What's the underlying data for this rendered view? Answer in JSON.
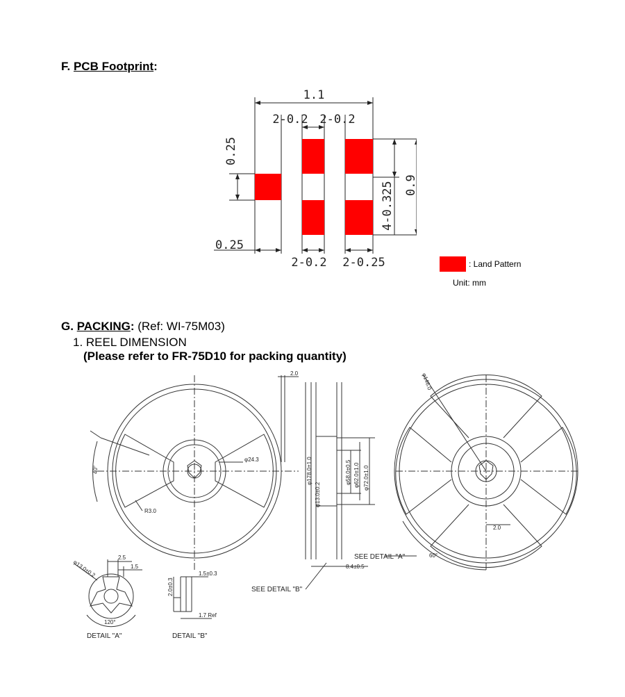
{
  "sections": {
    "f": {
      "letter": "F.",
      "title": "PCB Footprint",
      "colon": ":"
    },
    "g": {
      "letter": "G.",
      "title": "PACKING",
      "colon": ":",
      "ref": "(Ref: WI-75M03)",
      "item1": "1. REEL DIMENSION",
      "note": "(Please refer to FR-75D10 for packing quantity)"
    }
  },
  "footprint": {
    "dims": {
      "total_width": "1.1",
      "top_left": "2-0.2",
      "top_right": "2-0.2",
      "left_pad_height": "0.25",
      "left_pad_width": "0.25",
      "bottom_left": "2-0.2",
      "bottom_right": "2-0.25",
      "pitch": "4-0.325",
      "total_height": "0.9"
    },
    "legend": {
      "label": ": Land Pattern",
      "unit": "Unit: mm",
      "color": "#ff0000"
    }
  },
  "reel": {
    "front": {
      "angle": "40°",
      "radius": "R3.0",
      "hub_dia": "φ24.3"
    },
    "side": {
      "flange_thk": "2.0",
      "outer_dia": "φ178.0±1.0",
      "spindle_dia": "φ13.0±0.2",
      "dia_a": "φ58.0±0.5",
      "dia_b": "φ62.0±1.0",
      "dia_c": "φ72.0±1.0",
      "width": "8.4±0.5",
      "see_detail_b": "SEE DETAIL \"B\""
    },
    "back": {
      "outer": "φ146.0",
      "slot": "2.0",
      "angle": "60°",
      "see_detail_a": "SEE DETAIL \"A\""
    },
    "detail_a": {
      "label": "DETAIL \"A\"",
      "dia": "φ13.0±0.2",
      "d1": "2.5",
      "d2": "1.5",
      "angle": "120°"
    },
    "detail_b": {
      "label": "DETAIL \"B\"",
      "d1": "1.5±0.3",
      "d2": "2.0±0.3",
      "d3": "1.7 Ref"
    }
  }
}
